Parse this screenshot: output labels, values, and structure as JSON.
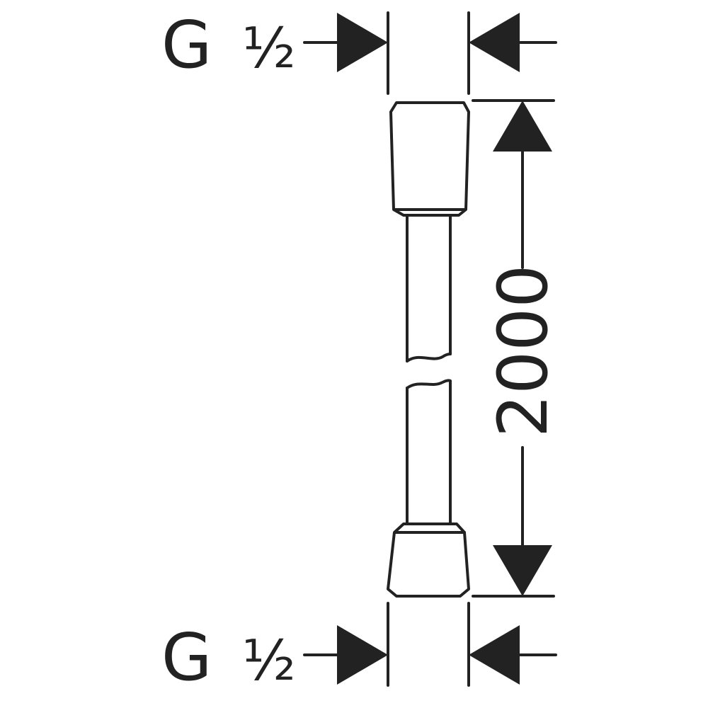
{
  "top_thread": {
    "letter": "G",
    "size": "½"
  },
  "bottom_thread": {
    "letter": "G",
    "size": "½"
  },
  "length_dimension": {
    "value": "2000"
  },
  "colors": {
    "stroke": "#222222",
    "background": "#ffffff"
  },
  "icons": {
    "thread_arrow_left": "arrow-right-icon",
    "thread_arrow_right": "arrow-left-icon",
    "dimension_arrow_top": "arrow-up-icon",
    "dimension_arrow_bottom": "arrow-down-icon"
  }
}
